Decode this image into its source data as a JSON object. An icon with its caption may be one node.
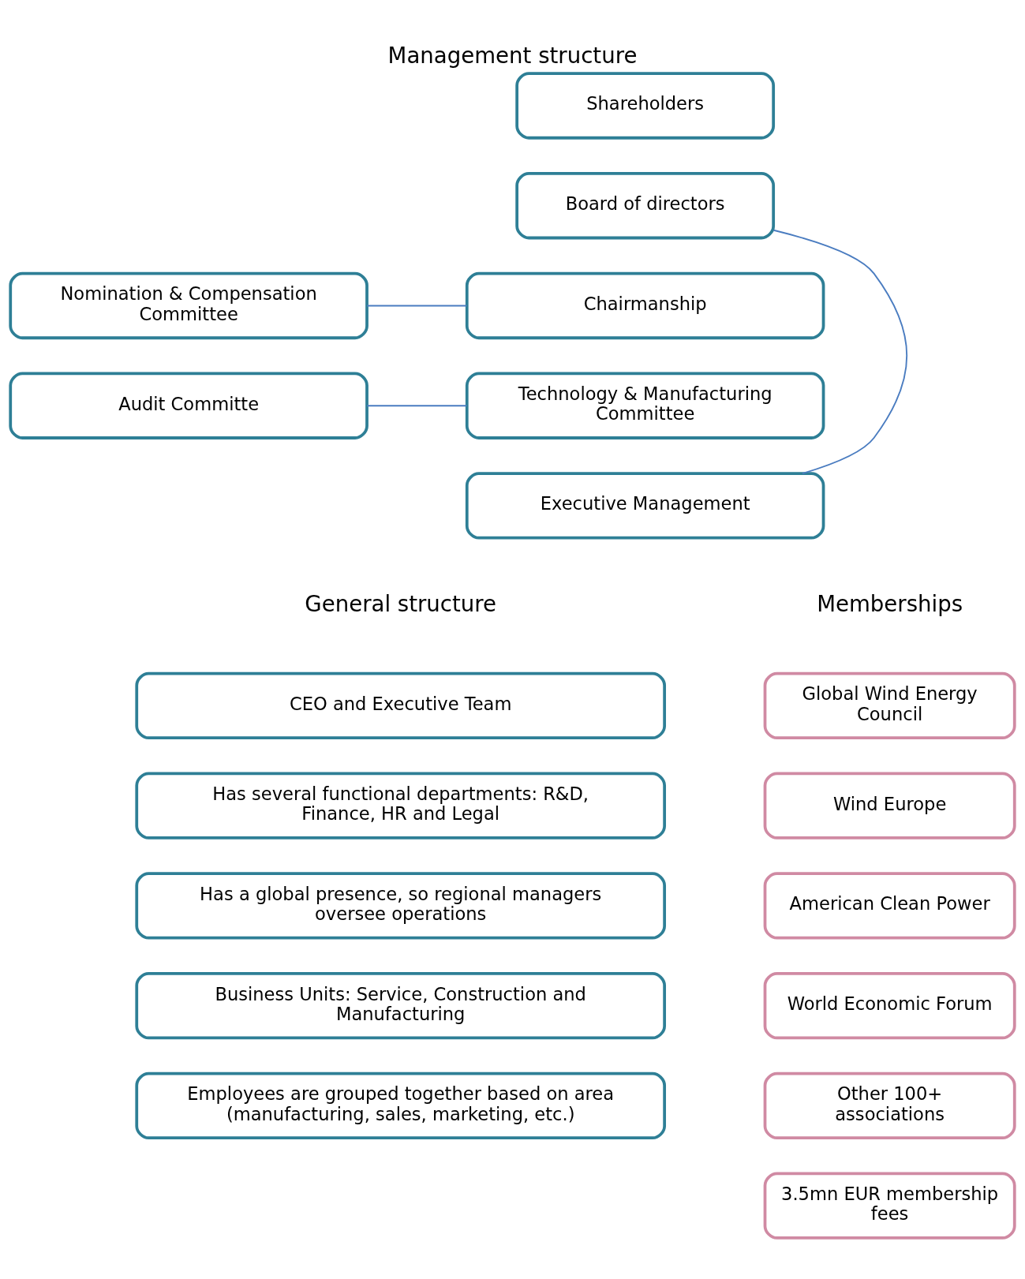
{
  "diagram": {
    "title": "Management structure",
    "nodes": [
      {
        "text": [
          "Shareholders"
        ]
      },
      {
        "text": [
          "Board of directors"
        ]
      },
      {
        "text": [
          "Nomination & Compensation Committee"
        ]
      },
      {
        "text": [
          "Chairmanship"
        ]
      },
      {
        "text": [
          "Audit Committe"
        ]
      },
      {
        "text": [
          "Technology & Manufacturing Committee"
        ]
      },
      {
        "text": [
          "Executive Management"
        ]
      },
      {
        "text": [
          "CEO and Executive Team"
        ]
      },
      {
        "text": [
          "Has several functional departments: R&D, Finance, HR and Legal"
        ]
      },
      {
        "text": [
          "Has a global presence, so regional managers oversee operations"
        ]
      },
      {
        "text": [
          "Business Units: Service, Construction and Manufacturing"
        ]
      },
      {
        "text": [
          "Employees are grouped together based on area (manufacturing, sales, marketing, etc.)"
        ]
      },
      {
        "text": [
          "Global Wind Energy Council"
        ]
      },
      {
        "text": [
          "Wind Europe"
        ]
      },
      {
        "text": [
          "American Clean Power"
        ]
      },
      {
        "text": [
          "World Economic Forum"
        ]
      },
      {
        "text": [
          "Other 100+ associations"
        ]
      },
      {
        "text": [
          "3.5mn EUR membership fees"
        ]
      }
    ],
    "edges": [
      {
        "from": 1,
        "to": 6,
        "arrow": "none"
      },
      {
        "from": 2,
        "to": 3,
        "arrow": "none"
      },
      {
        "from": 4,
        "to": 5,
        "arrow": "none"
      }
    ],
    "labels": [
      "General structure",
      "Memberships"
    ]
  }
}
